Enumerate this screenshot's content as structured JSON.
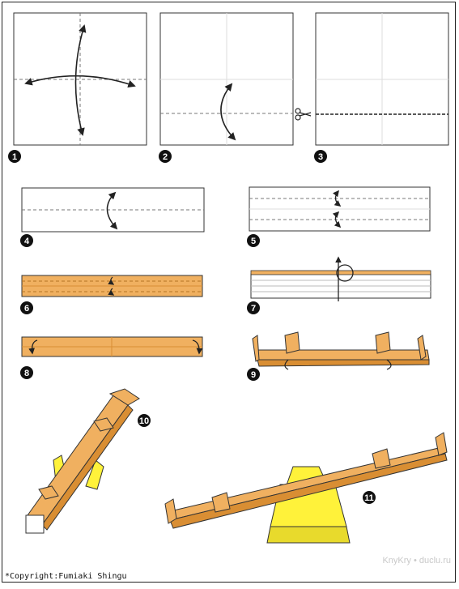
{
  "steps": [
    "1",
    "2",
    "3",
    "4",
    "5",
    "6",
    "7",
    "8",
    "9",
    "10",
    "11"
  ],
  "copyright": "*Copyright:Fumiaki Shingu",
  "watermark": "KnyKry • duclu.ru",
  "colors": {
    "paper_orange": "#F0B060",
    "paper_orange_dark": "#D98E33",
    "paper_yellow": "#FFF23A",
    "line_dark": "#222222",
    "guide_gray": "#bdbdbd"
  }
}
